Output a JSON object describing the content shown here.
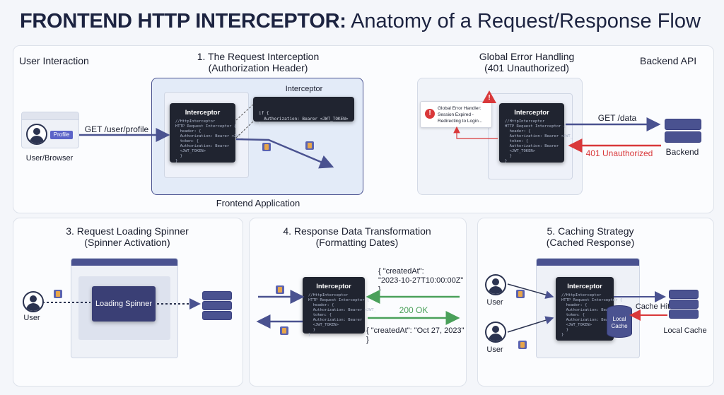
{
  "title": {
    "bold": "FRONTEND HTTP INTERCEPTOR:",
    "rest": "Anatomy of a Request/Response Flow"
  },
  "top": {
    "user_interaction": "User Interaction",
    "request_title_1": "1. The Request Interception",
    "request_title_2": "(Authorization Header)",
    "error_title_1": "Global Error Handling",
    "error_title_2": "(401 Unauthorized)",
    "backend_api": "Backend API",
    "profile_btn": "Profile",
    "user_browser": "User/Browser",
    "get_profile": "GET /user/profile",
    "interceptor": "Interceptor",
    "interceptor_callout": "Interceptor",
    "callout_code_1": "if {",
    "callout_code_2": "  Authorization: Bearer <JWT_TOKEN>",
    "callout_code_3": "}",
    "code_lines": "//HttpInterceptor\nHTTP Request Interceptor {\n  header: {\n  Authorization: Bearer <JWT_\n  token: {\n  Authorization: Bearer\n  <JWT_TOKEN>\n  }\n}",
    "frontend_app": "Frontend Application",
    "error_box_1": "Global Error Handler:",
    "error_box_2": "Session Expired -",
    "error_box_3": "Redirecting to Login...",
    "get_data": "GET /data",
    "unauthorized": "401 Unauthorized",
    "backend": "Backend"
  },
  "spinner": {
    "title_1": "3. Request Loading Spinner",
    "title_2": "(Spinner Activation)",
    "label": "Loading Spinner",
    "user": "User"
  },
  "transform": {
    "title_1": "4. Response Data Transformation",
    "title_2": "(Formatting Dates)",
    "interceptor": "Interceptor",
    "json_in_1": "{ \"createdAt\":",
    "json_in_2": "\"2023-10-27T10:00:00Z\"",
    "json_in_3": "}",
    "status": "200 OK",
    "json_out_1": "{ \"createdAt\": \"Oct 27, 2023\"",
    "json_out_2": "}"
  },
  "cache": {
    "title_1": "5. Caching Strategy",
    "title_2": "(Cached Response)",
    "interceptor": "Interceptor",
    "user1": "User",
    "user2": "User",
    "cache_hit": "Cache Hit",
    "local_cache_db_1": "Local",
    "local_cache_db_2": "Cache",
    "local_cache": "Local Cache"
  },
  "colors": {
    "accent": "#4a5290",
    "error": "#d9383a",
    "success": "#4aa05a",
    "code_bg": "#202430"
  }
}
